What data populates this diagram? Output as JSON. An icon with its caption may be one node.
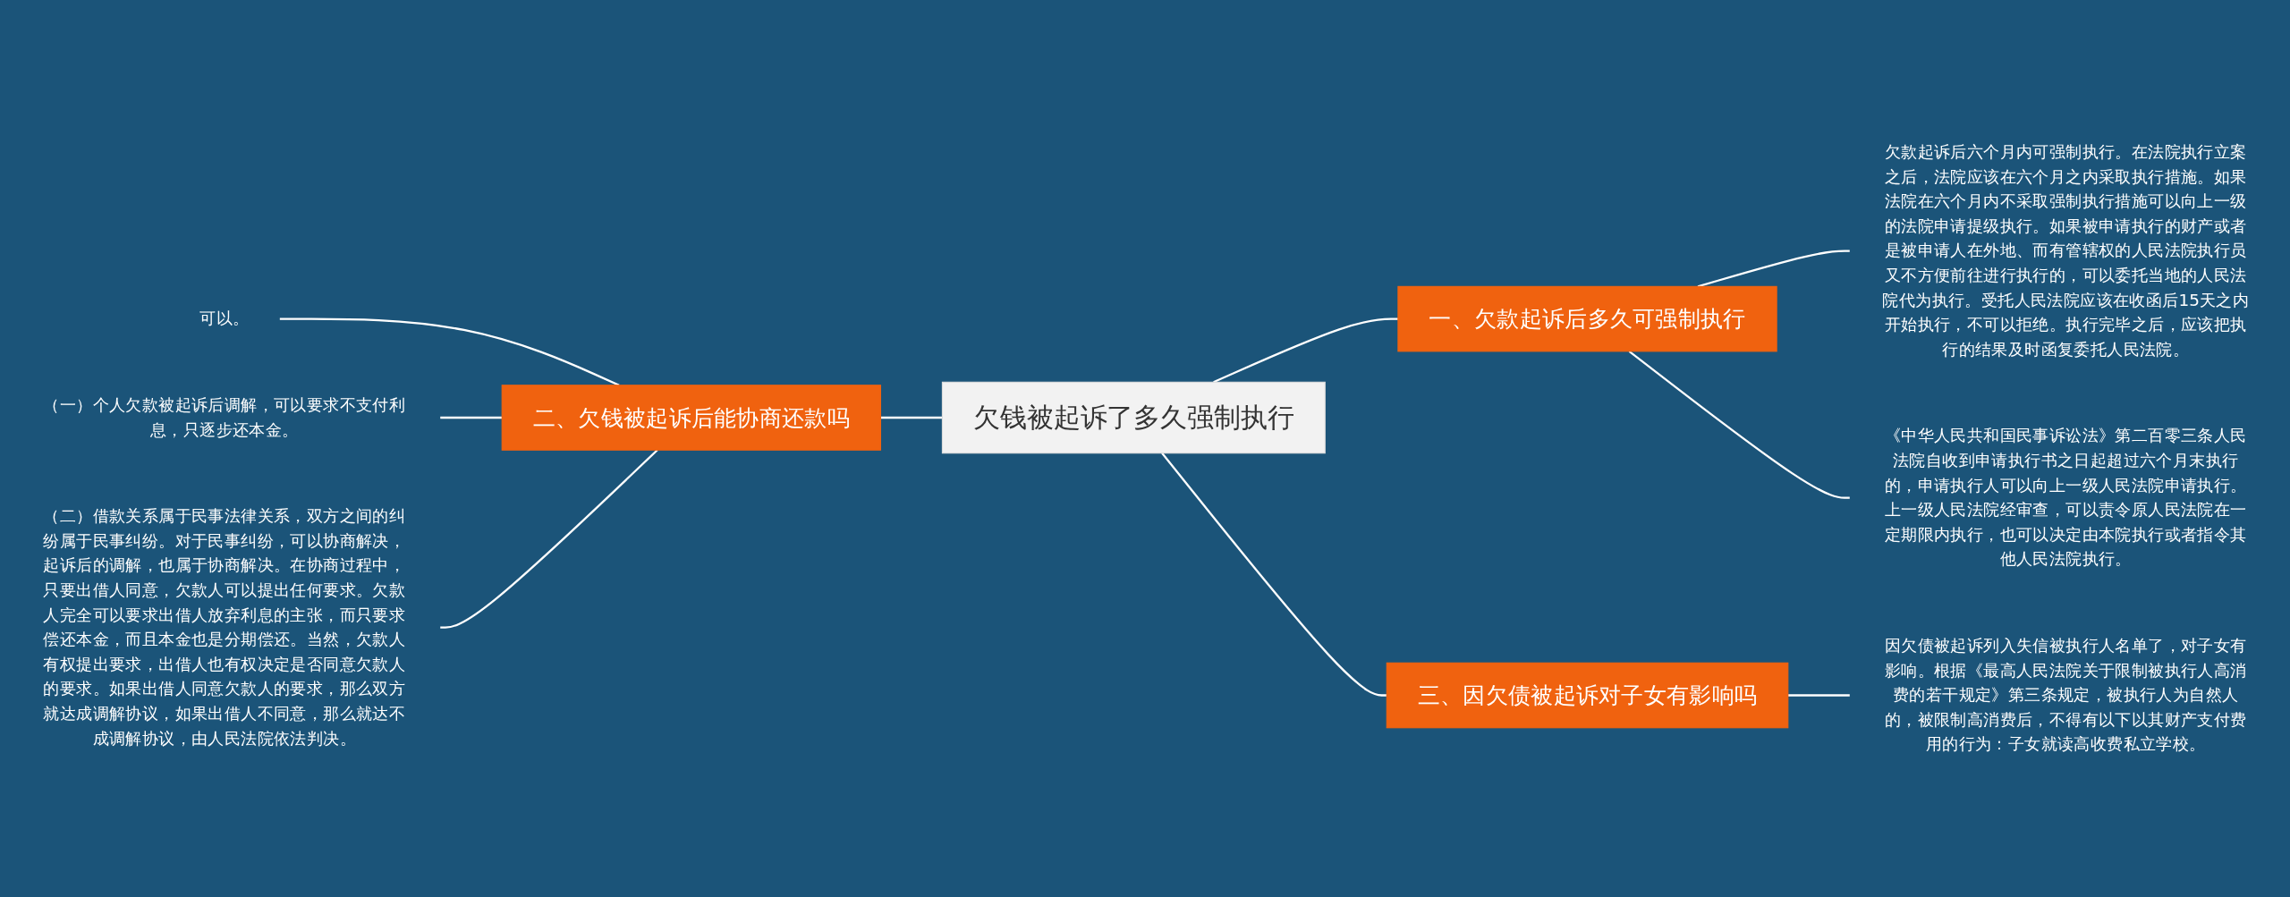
{
  "diagram": {
    "nodes": [
      {
        "text": [
          "欠钱被起诉了多久强制执行"
        ]
      },
      {
        "text": [
          "一、欠款起诉后多久可强制执行"
        ]
      },
      {
        "text": [
          "欠款起诉后六个月内可强制执行。在法院执行立案之后，法院应该在六个月之内采取执行措施。如果法院在六个月内不采取强制执行措施可以向上一级的法院申请提级执行。如果被申请执行的财产或者是被申请人在外地、而有管辖权的人民法院执行员又不方便前往进行执行的，可以委托当地的人民法院代为执行。受托人民法院应该在收函后15天之内开始执行，不可以拒绝。执行完毕之后，应该把执行的结果及时函复委托人民法院。"
        ]
      },
      {
        "text": [
          "《中华人民共和国民事诉讼法》第二百零三条人民法院自收到申请执行书之日起超过六个月末执行的，申请执行人可以向上一级人民法院申请执行。上一级人民法院经审查，可以责令原人民法院在一定期限内执行，也可以决定由本院执行或者指令其他人民法院执行。"
        ]
      },
      {
        "text": [
          "二、欠钱被起诉后能协商还款吗"
        ]
      },
      {
        "text": [
          "可以。"
        ]
      },
      {
        "text": [
          "（一）个人欠款被起诉后调解，可以要求不支付利息，只逐步还本金。"
        ]
      },
      {
        "text": [
          "（二）借款关系属于民事法律关系，双方之间的纠纷属于民事纠纷。对于民事纠纷，可以协商解决，起诉后的调解，也属于协商解决。在协商过程中，只要出借人同意，欠款人可以提出任何要求。欠款人完全可以要求出借人放弃利息的主张，而只要求偿还本金，而且本金也是分期偿还。当然，欠款人有权提出要求，出借人也有权决定是否同意欠款人的要求。如果出借人同意欠款人的要求，那么双方就达成调解协议，如果出借人不同意，那么就达不成调解协议，由人民法院依法判决。"
        ]
      },
      {
        "text": [
          "三、因欠债被起诉对子女有影响吗"
        ]
      },
      {
        "text": [
          "因欠债被起诉列入失信被执行人名单了，对子女有影响。根据《最高人民法院关于限制被执行人高消费的若干规定》第三条规定，被执行人为自然人的，被限制高消费后，不得有以下以其财产支付费用的行为：子女就读高收费私立学校。"
        ]
      }
    ],
    "edges": [
      {
        "from": 0,
        "to": 1,
        "arrow": "none"
      },
      {
        "from": 1,
        "to": 2,
        "arrow": "none"
      },
      {
        "from": 1,
        "to": 3,
        "arrow": "none"
      },
      {
        "from": 5,
        "to": 4,
        "arrow": "none"
      },
      {
        "from": 6,
        "to": 4,
        "arrow": "none"
      },
      {
        "from": 7,
        "to": 4,
        "arrow": "none"
      },
      {
        "from": 4,
        "to": 0,
        "arrow": "none"
      },
      {
        "from": 0,
        "to": 8,
        "arrow": "none"
      },
      {
        "from": 8,
        "to": 9,
        "arrow": "none"
      }
    ]
  }
}
